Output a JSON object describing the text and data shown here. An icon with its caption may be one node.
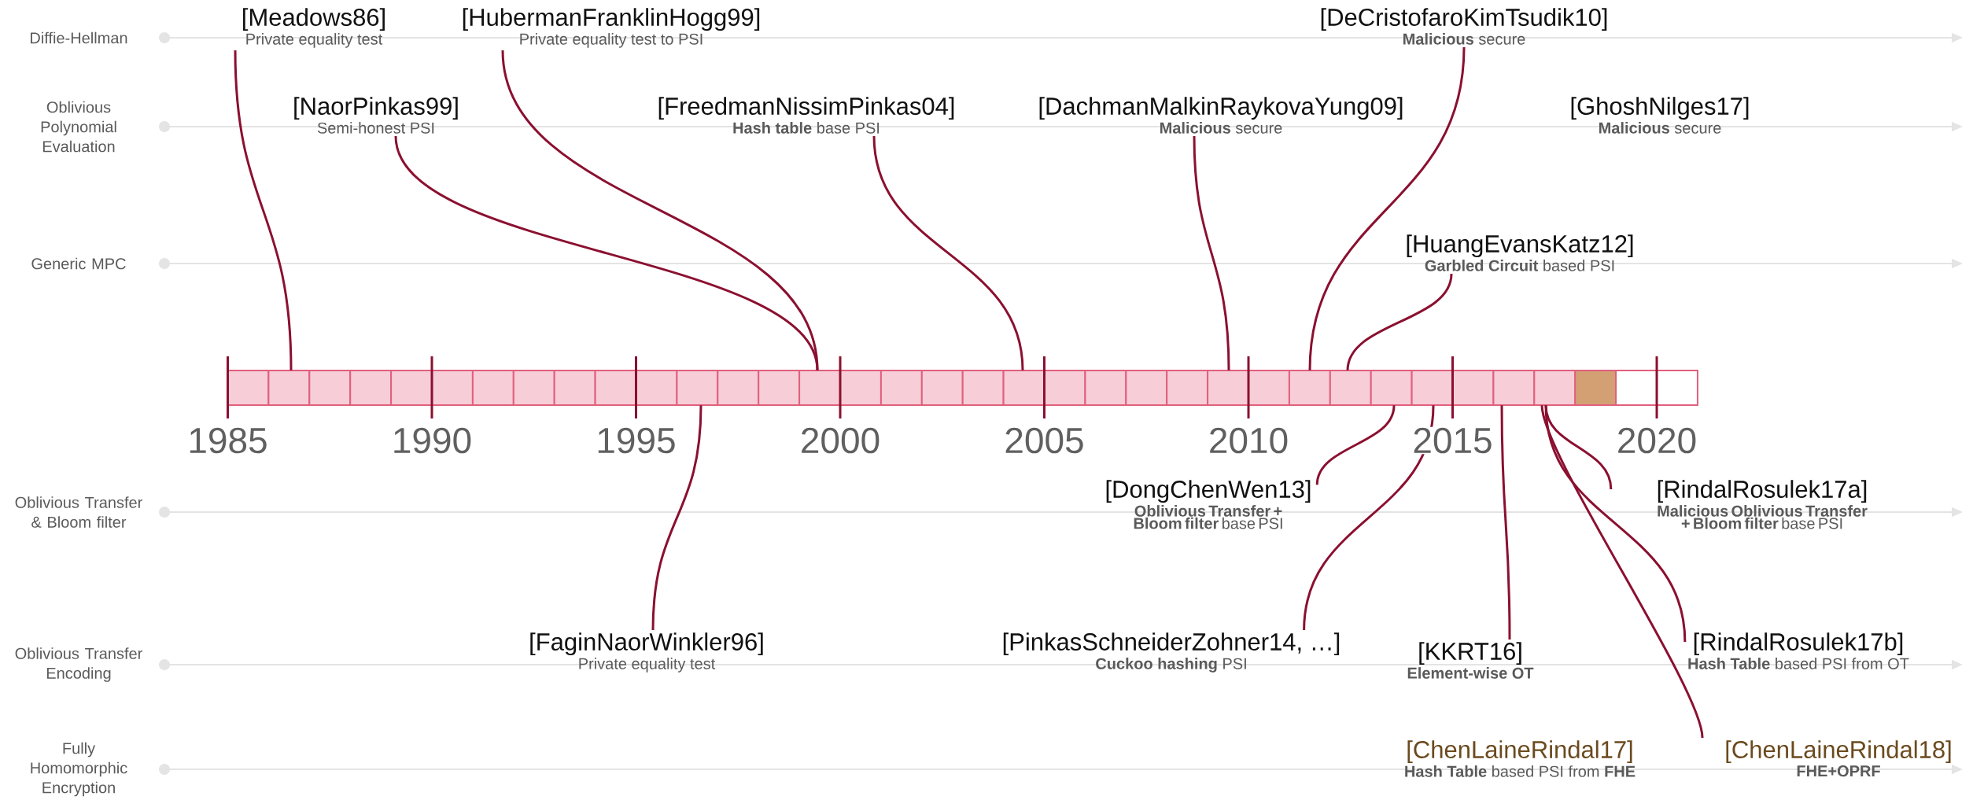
{
  "diagram": {
    "nodes": [
      {
        "text": [
          "[Meadows86]",
          "Private equality test"
        ]
      },
      {
        "text": [
          "[HubermanFranklinHogg99]",
          "Private equality test to PSI"
        ]
      },
      {
        "text": [
          "[NaorPinkas99]",
          "Semi-honest PSI"
        ]
      },
      {
        "text": [
          "[FreedmanNissimPinkas04]",
          "**Hash table** base PSI"
        ]
      },
      {
        "text": [
          "[DeCristofaroKimTsudik10]",
          "**Malicious** secure"
        ]
      },
      {
        "text": [
          "[DachmanMalkinRaykovaYung09]",
          "**Malicious** secure"
        ]
      },
      {
        "text": [
          "[GhoshNilges17]",
          "**Malicious** secure"
        ]
      },
      {
        "text": [
          "[HuangEvansKatz12]",
          "**Garbled Circuit** based PSI"
        ]
      },
      {
        "text": [
          "[DongChenWen13]",
          "**Oblivious Transfer + Bloom filter** base PSI"
        ]
      },
      {
        "text": [
          "[RindalRosulek17a]",
          "**Malicious Oblivious Transfer + Bloom filter** base PSI"
        ]
      },
      {
        "text": [
          "[FaginNaorWinkler96]",
          "Private equality test"
        ]
      },
      {
        "text": [
          "[PinkasSchneiderZohner14, …]",
          "**Cuckoo hashing** PSI"
        ]
      },
      {
        "text": [
          "[KKRT16]",
          "Element-wise OT"
        ]
      },
      {
        "text": [
          "[RindalRosulek17b]",
          "**Hash Table** based PSI from OT"
        ]
      },
      {
        "text": [
          "[ChenLaineRindal17]",
          "**Hash Table** based PSI from **FHE**"
        ]
      },
      {
        "text": [
          "[ChenLaineRindal18]",
          "FHE+OPRF"
        ]
      },
      {
        "text": [],
        "shape": "bar",
        "beside": [
          "1985",
          "1990",
          "1995",
          "2000",
          "2005",
          "2010",
          "2015",
          "2020"
        ]
      }
    ],
    "edges": [
      {
        "from": 0,
        "to": 16,
        "arrow": "none"
      },
      {
        "from": 1,
        "to": 16,
        "arrow": "none"
      },
      {
        "from": 2,
        "to": 16,
        "arrow": "none"
      },
      {
        "from": 3,
        "to": 16,
        "arrow": "none"
      },
      {
        "from": 5,
        "to": 16,
        "arrow": "none"
      },
      {
        "from": 4,
        "to": 16,
        "arrow": "none"
      },
      {
        "from": 7,
        "to": 16,
        "arrow": "none"
      },
      {
        "from": 8,
        "to": 16,
        "arrow": "none"
      },
      {
        "from": 9,
        "to": 16,
        "arrow": "none"
      },
      {
        "from": 10,
        "to": 16,
        "arrow": "none"
      },
      {
        "from": 11,
        "to": 16,
        "arrow": "none"
      },
      {
        "from": 12,
        "to": 16,
        "arrow": "none"
      },
      {
        "from": 13,
        "to": 16,
        "arrow": "none"
      },
      {
        "from": 15,
        "to": 16,
        "arrow": "none"
      }
    ],
    "labels": [
      "Diffie-Hellman",
      "Oblivious Polynomial Evaluation",
      "Generic MPC",
      "Oblivious Transfer & Bloom filter",
      "Oblivious Transfer Encoding",
      "Fully Homomorphic Encryption"
    ]
  }
}
